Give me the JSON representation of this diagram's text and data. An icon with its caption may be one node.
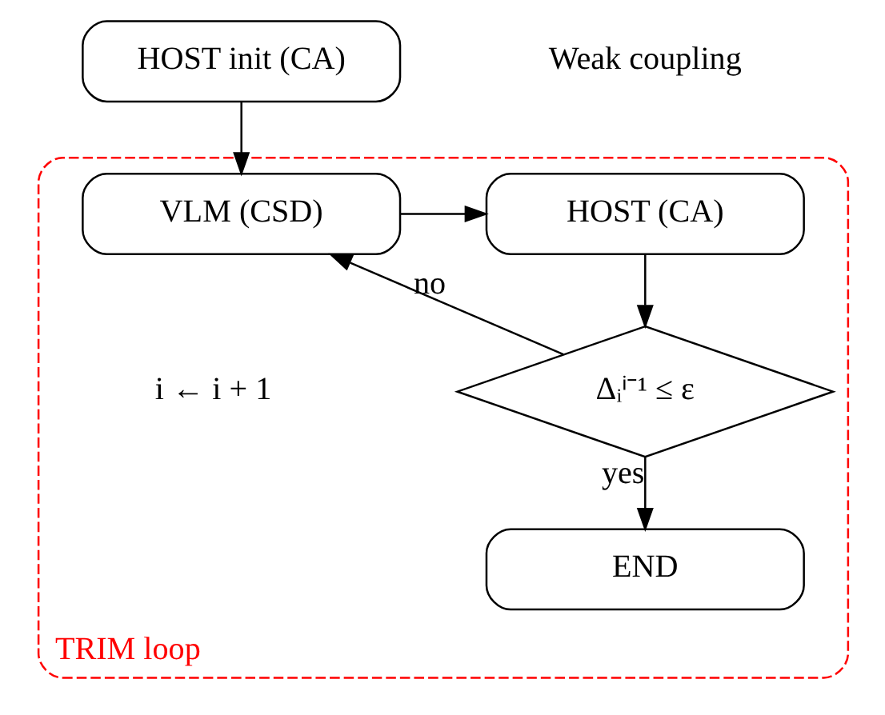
{
  "diagram": {
    "nodes": [
      {
        "text": [
          "TRIM loop"
        ]
      },
      {
        "text": [
          "HOST init (CA)"
        ]
      },
      {
        "text": [
          "VLM (CSD)"
        ],
        "in": 0
      },
      {
        "text": [
          "HOST (CA)"
        ],
        "in": 0
      },
      {
        "text": [
          "Δᵢⁱ⁻¹ ≤ ε"
        ],
        "in": 0
      },
      {
        "text": [
          "END"
        ],
        "in": 0
      }
    ],
    "edges": [
      {
        "from": 1,
        "to": 2,
        "arrow": "to"
      },
      {
        "from": 2,
        "to": 3,
        "arrow": "to"
      },
      {
        "from": 3,
        "to": 4,
        "arrow": "to"
      },
      {
        "from": 4,
        "to": 2,
        "arrow": "to",
        "label": "no"
      },
      {
        "from": 4,
        "to": 5,
        "arrow": "to",
        "label": "yes"
      }
    ],
    "labels": [
      "Weak coupling",
      "i ← i + 1"
    ]
  }
}
